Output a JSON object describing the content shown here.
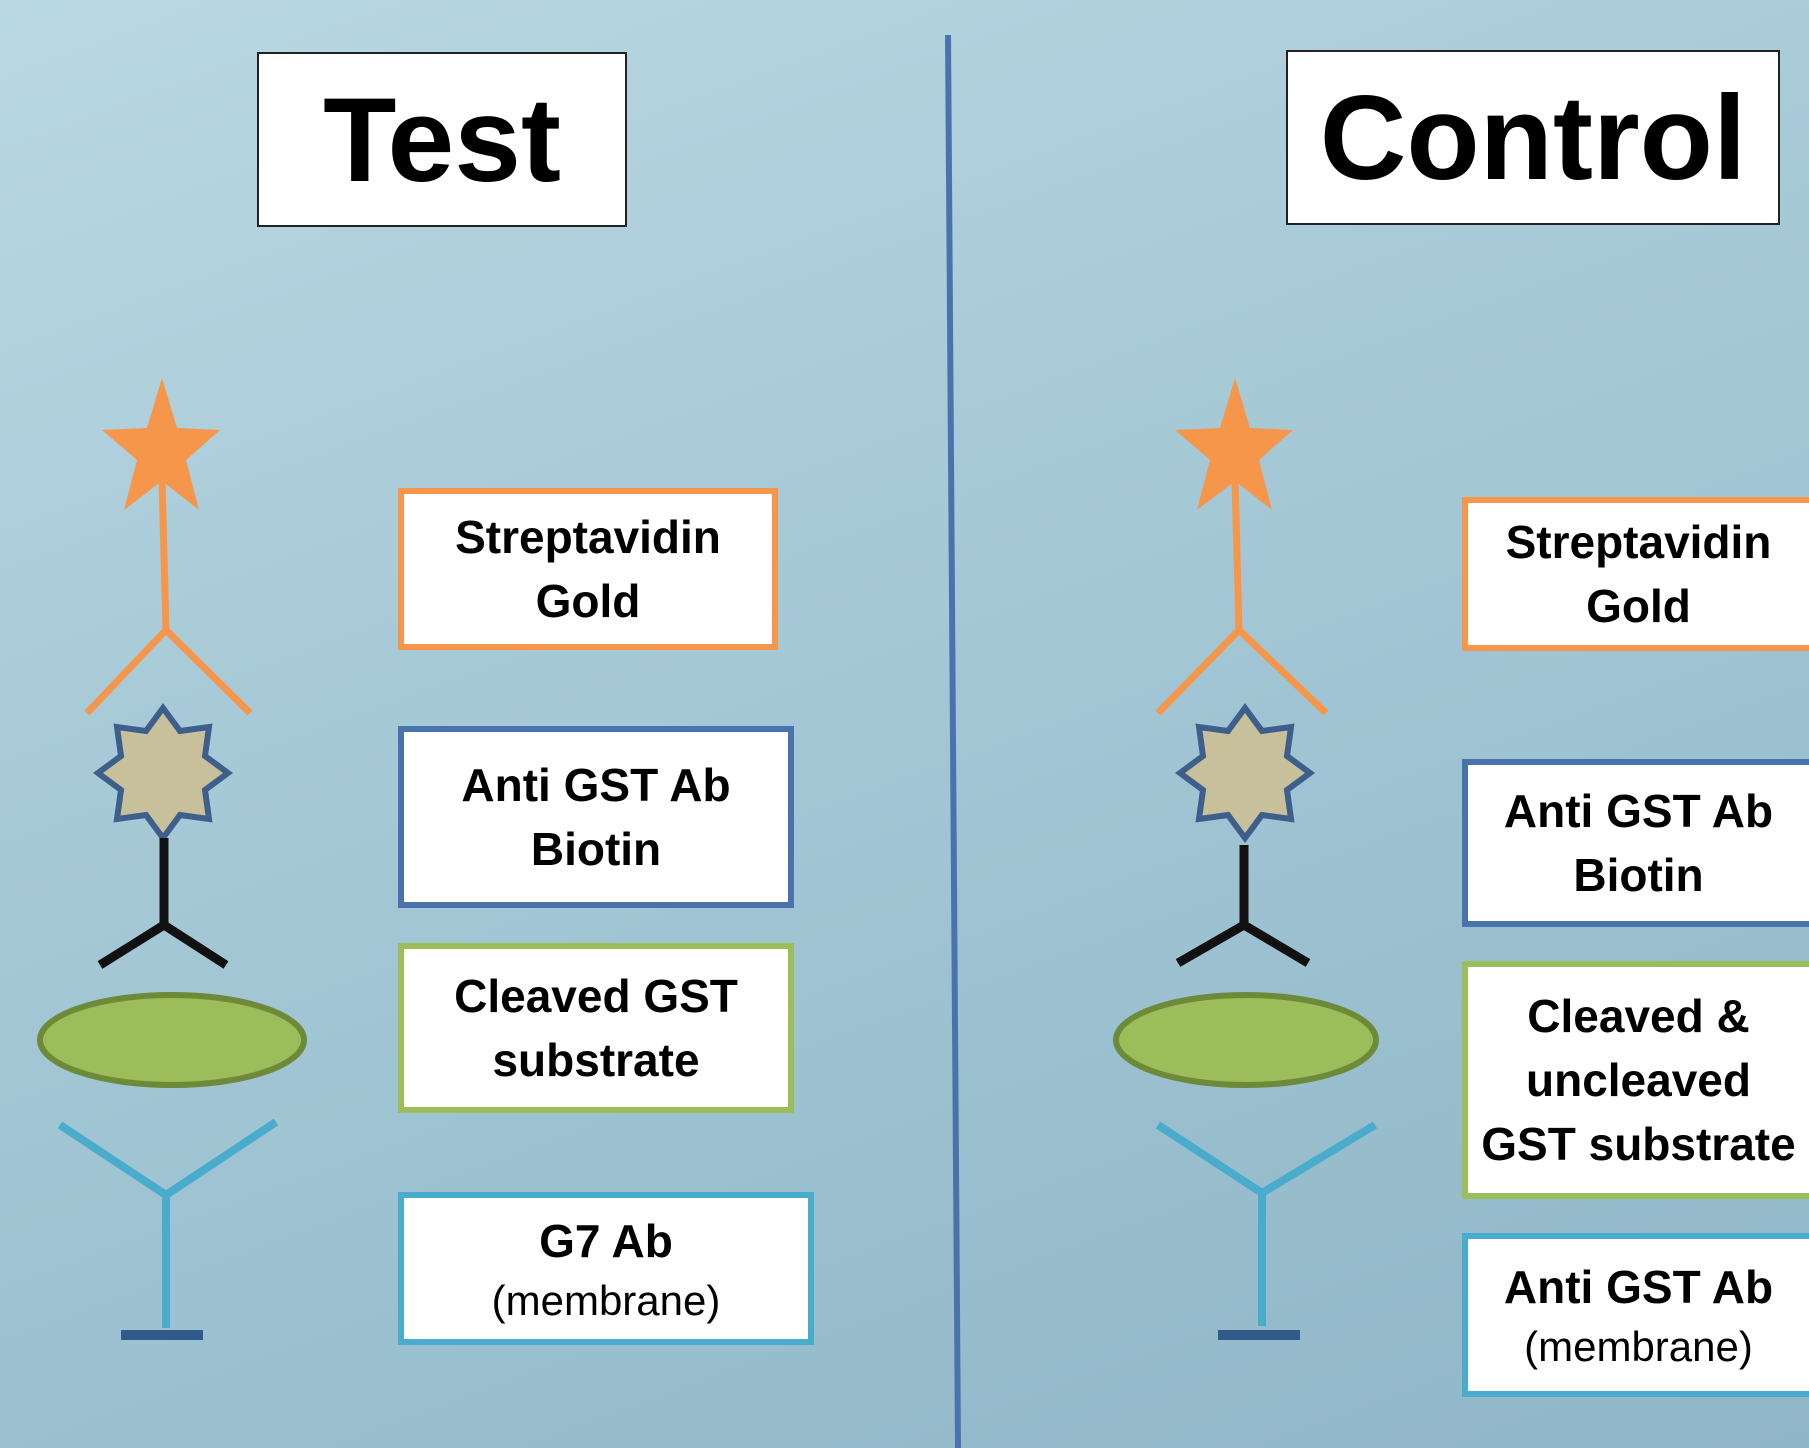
{
  "panels": {
    "test": {
      "title": "Test",
      "labels": {
        "streptavidin_line1": "Streptavidin",
        "streptavidin_line2": "Gold",
        "anti_gst_line1": "Anti GST Ab",
        "anti_gst_line2": "Biotin",
        "substrate_line1": "Cleaved GST",
        "substrate_line2": "substrate",
        "capture_line1": "G7 Ab",
        "capture_line2": "(membrane)"
      }
    },
    "control": {
      "title": "Control",
      "labels": {
        "streptavidin_line1": "Streptavidin",
        "streptavidin_line2": "Gold",
        "anti_gst_line1": "Anti GST Ab",
        "anti_gst_line2": "Biotin",
        "substrate_line1": "Cleaved &",
        "substrate_line2": "uncleaved",
        "substrate_line3": "GST substrate",
        "capture_line1": "Anti GST Ab",
        "capture_line2": "(membrane)"
      }
    }
  },
  "colors": {
    "streptavidin_gold": "#f5964a",
    "biotin_star_fill": "#c8c09a",
    "biotin_star_stroke": "#3e5f8c",
    "detection_ab": "#111111",
    "substrate_fill": "#9dbd5a",
    "substrate_stroke": "#6e8a38",
    "capture_ab": "#4aaccc",
    "membrane": "#2f5a8a",
    "divider": "#4a73ad",
    "box_orange": "#f5964a",
    "box_blue": "#4a73ad",
    "box_green": "#9dbd5a",
    "box_cyan": "#4aaccc"
  },
  "icons": [
    "star-icon",
    "y-antibody-icon",
    "eight-point-star-icon",
    "ellipse-substrate-icon",
    "membrane-bar-icon"
  ]
}
